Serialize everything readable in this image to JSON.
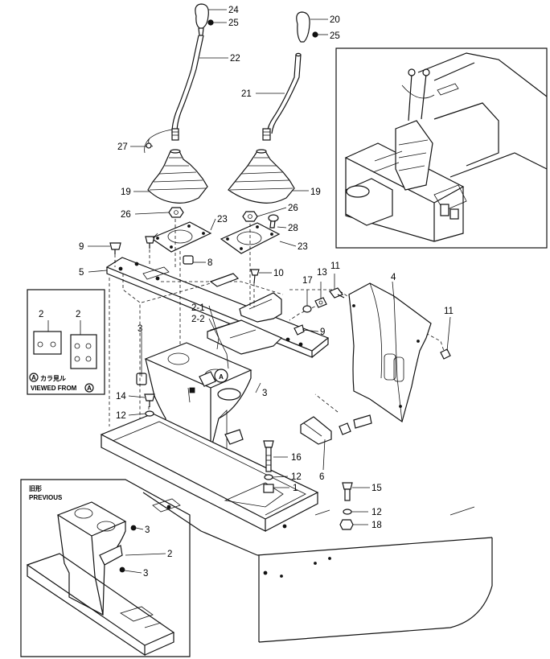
{
  "callouts": {
    "c24": "24",
    "c25a": "25",
    "c20": "20",
    "c25b": "25",
    "c22": "22",
    "c21": "21",
    "c27": "27",
    "c19a": "19",
    "c19b": "19",
    "c26a": "26",
    "c26b": "26",
    "c23a": "23",
    "c23b": "23",
    "c28": "28",
    "c9a": "9",
    "c9b": "9",
    "c5": "5",
    "c8": "8",
    "c10": "10",
    "c17": "17",
    "c13": "13",
    "c11a": "11",
    "c11b": "11",
    "c4": "4",
    "c3a": "3",
    "c3b": "3",
    "c2_1": "2-1",
    "c2_2": "2-2",
    "c14": "14",
    "c12a": "12",
    "c12b": "12",
    "c12c": "12",
    "c16": "16",
    "c1": "1",
    "c6": "6",
    "c15": "15",
    "c18": "18",
    "c2p": "2",
    "c3p1": "3",
    "c3p2": "3"
  },
  "legend": {
    "num_a": "2",
    "num_b": "2",
    "marker": "A",
    "text_jp": "カラ見ル",
    "text_en": "VIEWED FROM",
    "marker_en": "A"
  },
  "inset_previous": {
    "title_jp": "旧形",
    "title_en": "PREVIOUS"
  },
  "marker_a": "A"
}
